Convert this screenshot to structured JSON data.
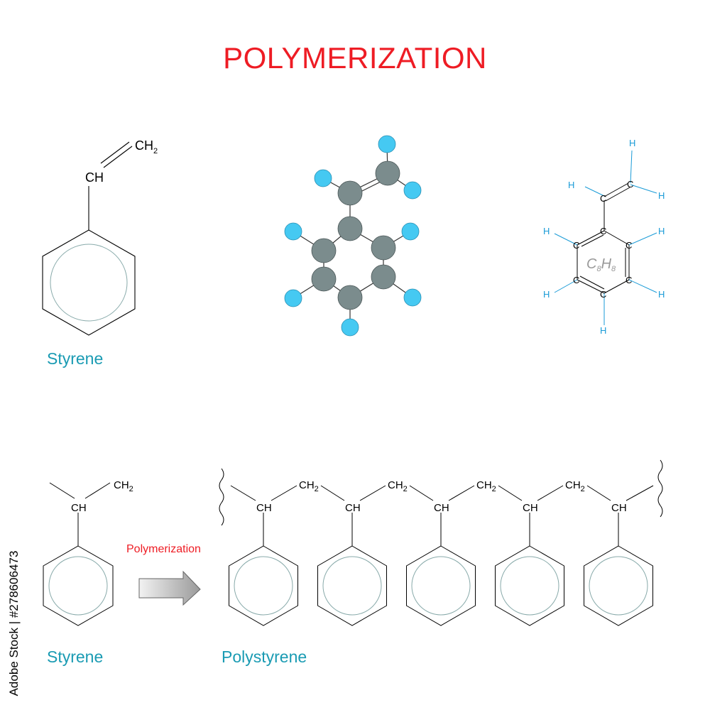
{
  "title": "POLYMERIZATION",
  "top": {
    "skeletal": {
      "ch": "CH",
      "ch2": "CH",
      "ch2_sub": "2",
      "caption": "Styrene"
    },
    "ball_stick": {
      "carbon_color": "#7b8c8d",
      "hydrogen_color": "#45c9f2"
    },
    "lewis": {
      "c": "C",
      "h": "H",
      "formula_c": "C",
      "formula_c_sub": "8",
      "formula_h": "H",
      "formula_h_sub": "8"
    }
  },
  "bottom": {
    "monomer": {
      "ch": "CH",
      "ch2": "CH",
      "ch2_sub": "2",
      "caption": "Styrene"
    },
    "arrow_label": "Polymerization",
    "polymer": {
      "ch": "CH",
      "ch2": "CH",
      "ch2_sub": "2",
      "caption": "Polystyrene",
      "repeat_units": 5
    }
  },
  "side_id": "Adobe Stock | #278606473",
  "colors": {
    "title": "#ee1c24",
    "caption": "#1a9bb3",
    "hydrogen_label": "#1a9bd7"
  }
}
